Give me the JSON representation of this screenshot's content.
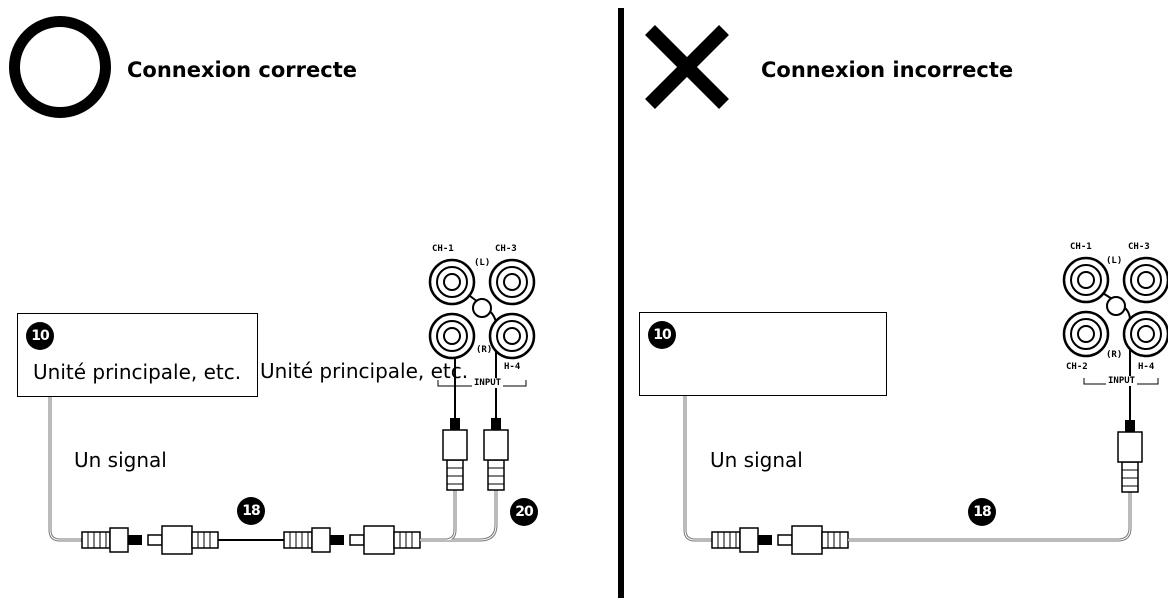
{
  "left": {
    "title": "Connexion correcte",
    "unit_badge": "10",
    "unit_label": "Unité principale, etc.",
    "unit_label_overflow": "Unité principale, etc.",
    "signal_label": "Un signal",
    "cable_badge": "18",
    "cable2_badge": "20",
    "ports": {
      "ch1": "CH-1",
      "ch3": "CH-3",
      "l": "(L)",
      "r": "(R)",
      "ch4": "H-4",
      "input": "INPUT"
    },
    "mark_icon": "circle-icon"
  },
  "right": {
    "title": "Connexion incorrecte",
    "unit_badge": "10",
    "signal_label": "Un signal",
    "cable_badge": "18",
    "ports": {
      "ch1": "CH-1",
      "ch3": "CH-3",
      "l": "(L)",
      "r": "(R)",
      "ch2": "CH-2",
      "ch4": "H-4",
      "input": "INPUT"
    },
    "mark_icon": "cross-icon"
  }
}
